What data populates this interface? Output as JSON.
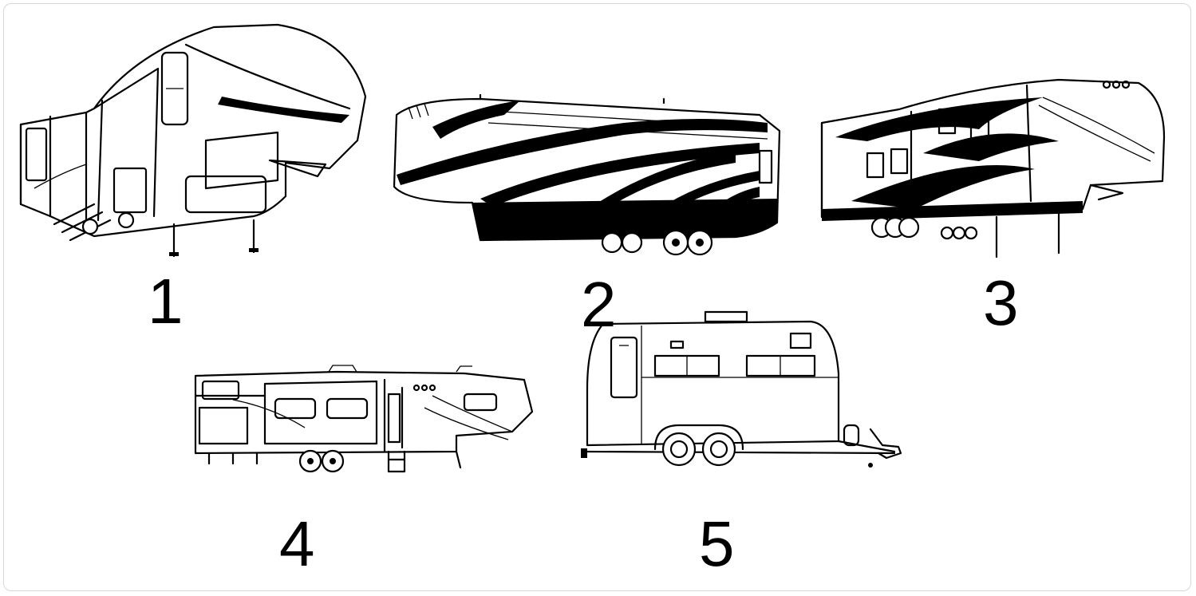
{
  "items": [
    {
      "number": "1",
      "icon": "fifth-wheel-rv-icon"
    },
    {
      "number": "2",
      "icon": "fifth-wheel-rv-striped-icon"
    },
    {
      "number": "3",
      "icon": "fifth-wheel-rv-swirl-icon"
    },
    {
      "number": "4",
      "icon": "fifth-wheel-rv-side-icon"
    },
    {
      "number": "5",
      "icon": "travel-trailer-icon"
    }
  ],
  "colors": {
    "ink": "#000000",
    "background": "#ffffff",
    "frame": "#d8d8d8"
  }
}
